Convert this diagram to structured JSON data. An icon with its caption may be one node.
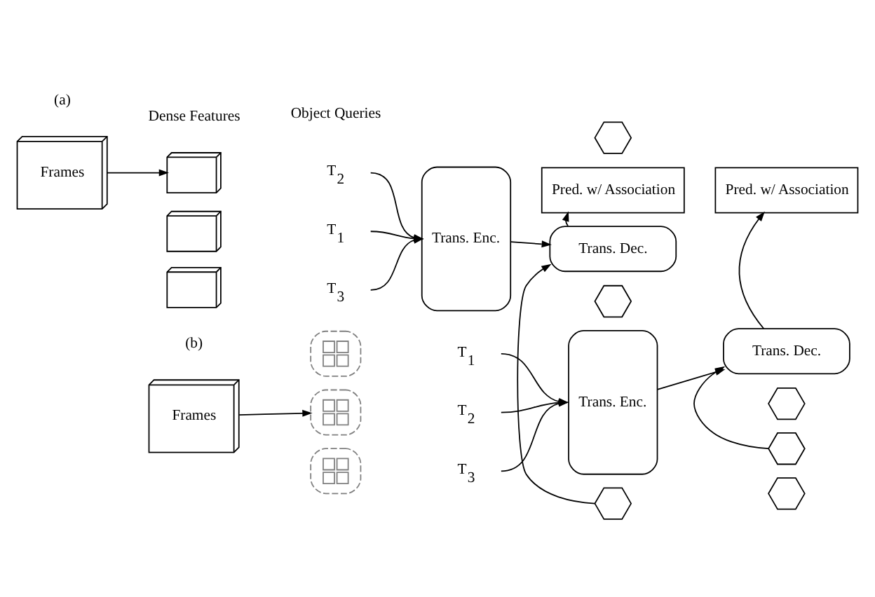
{
  "diagram": {
    "nodes": [
      {
        "text": [
          "Frames"
        ]
      },
      {
        "text": [],
        "shape": "box"
      },
      {
        "text": [],
        "shape": "box"
      },
      {
        "text": [],
        "shape": "box"
      },
      {
        "text": [
          "T$_{1}$"
        ]
      },
      {
        "text": [
          "T$_{2}$"
        ]
      },
      {
        "text": [
          "T$_{3}$"
        ]
      },
      {
        "text": [
          "Trans. Enc."
        ]
      },
      {
        "text": [
          "Pred. w/ Association"
        ]
      },
      {
        "text": [
          "Trans. Dec."
        ]
      },
      {
        "text": [],
        "shape": "hexagon"
      },
      {
        "text": [],
        "shape": "hexagon"
      },
      {
        "text": [],
        "shape": "hexagon"
      },
      {
        "text": [
          "Frames"
        ]
      },
      {
        "text": [],
        "shape": "box"
      },
      {
        "text": [],
        "shape": "box"
      },
      {
        "text": [],
        "shape": "box"
      },
      {
        "text": [
          "T$_{1}$"
        ]
      },
      {
        "text": [
          "T$_{2}$"
        ]
      },
      {
        "text": [
          "T$_{3}$"
        ]
      },
      {
        "text": [
          "Trans. Enc."
        ]
      },
      {
        "text": [
          "Pred. w/ Association"
        ]
      },
      {
        "text": [
          "Trans. Dec."
        ]
      },
      {
        "text": [],
        "shape": "hexagon"
      },
      {
        "text": [],
        "shape": "hexagon"
      },
      {
        "text": [],
        "shape": "hexagon"
      }
    ],
    "edges": [
      {
        "from": 0,
        "to": 2,
        "arrow": "to"
      },
      {
        "from": 4,
        "to": 7,
        "arrow": "to"
      },
      {
        "from": 5,
        "to": 7,
        "arrow": "to"
      },
      {
        "from": 6,
        "to": 7,
        "arrow": "to"
      },
      {
        "from": 7,
        "to": 9,
        "arrow": "to"
      },
      {
        "from": 9,
        "to": 8,
        "arrow": "to"
      },
      {
        "from": 11,
        "to": 9,
        "arrow": "to"
      },
      {
        "from": 13,
        "to": 15,
        "arrow": "to"
      },
      {
        "from": 17,
        "to": 20,
        "arrow": "to"
      },
      {
        "from": 18,
        "to": 20,
        "arrow": "to"
      },
      {
        "from": 19,
        "to": 20,
        "arrow": "to"
      },
      {
        "from": 20,
        "to": 22,
        "arrow": "to"
      },
      {
        "from": 22,
        "to": 21,
        "arrow": "to"
      },
      {
        "from": 24,
        "to": 22,
        "arrow": "to"
      }
    ],
    "labels": [
      "(a)",
      "Dense Features",
      "(b)",
      "Object Queries"
    ]
  }
}
